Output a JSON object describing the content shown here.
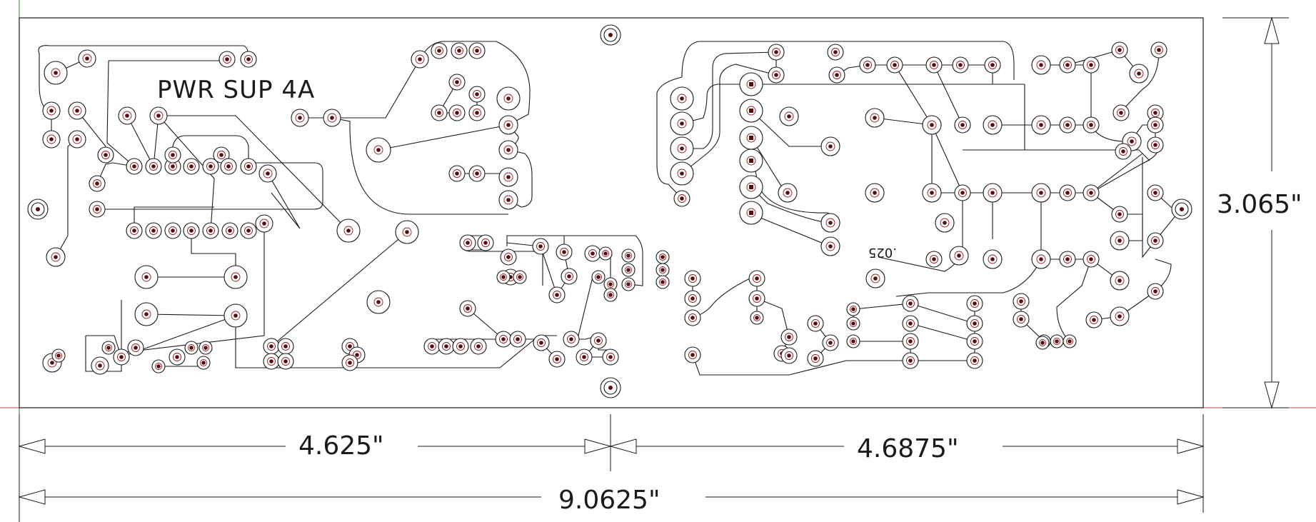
{
  "board": {
    "title": "PWR SUP 4A",
    "note": ".025",
    "outline_color": "#1a1a1a",
    "pad_color": "#8a1a1a",
    "guide_red": "#d04040",
    "guide_green": "#2a8a2a"
  },
  "dimensions": {
    "left_width": "4.625\"",
    "right_width": "4.6875\"",
    "total_width": "9.0625\"",
    "height": "3.065\""
  }
}
